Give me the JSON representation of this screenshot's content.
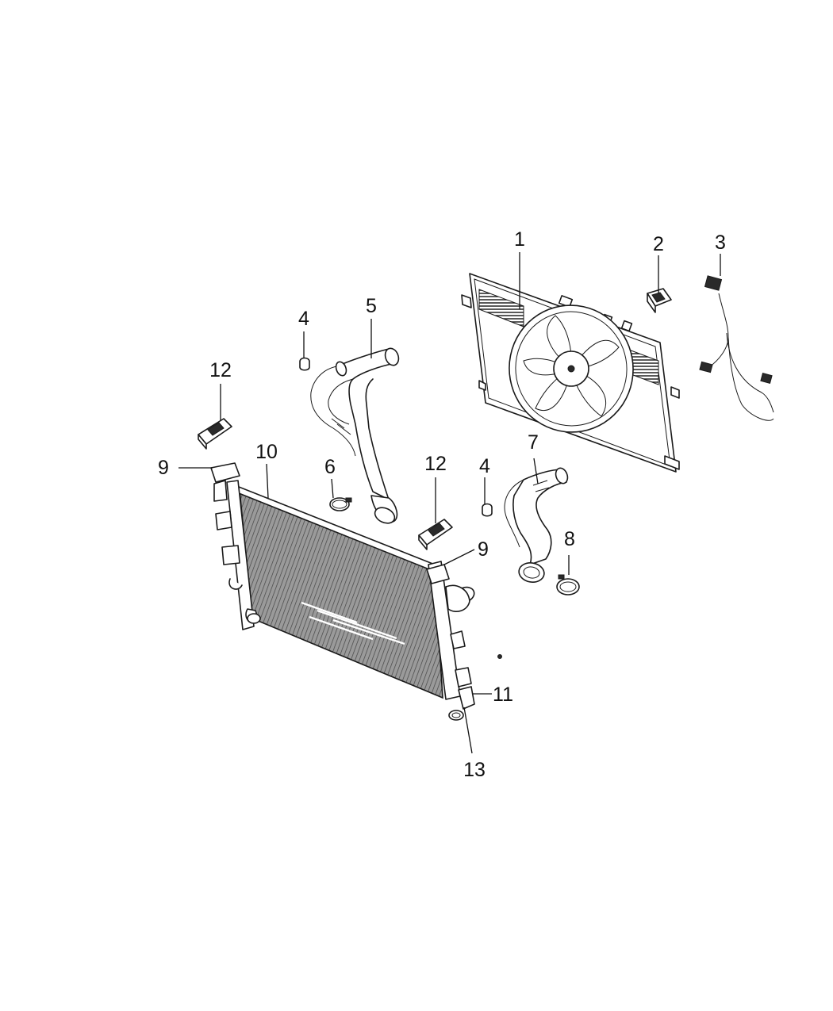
{
  "diagram": {
    "callouts": [
      {
        "id": "c1",
        "label": "1"
      },
      {
        "id": "c2",
        "label": "2"
      },
      {
        "id": "c3",
        "label": "3"
      },
      {
        "id": "c4a",
        "label": "4"
      },
      {
        "id": "c5",
        "label": "5"
      },
      {
        "id": "c12a",
        "label": "12"
      },
      {
        "id": "c9a",
        "label": "9"
      },
      {
        "id": "c10",
        "label": "10"
      },
      {
        "id": "c6",
        "label": "6"
      },
      {
        "id": "c12b",
        "label": "12"
      },
      {
        "id": "c4b",
        "label": "4"
      },
      {
        "id": "c7",
        "label": "7"
      },
      {
        "id": "c9b",
        "label": "9"
      },
      {
        "id": "c8",
        "label": "8"
      },
      {
        "id": "c11",
        "label": "11"
      },
      {
        "id": "c13",
        "label": "13"
      }
    ],
    "colors": {
      "line": "#1a1a1a",
      "background": "#ffffff",
      "core_shading": "#8a8a8a"
    }
  }
}
